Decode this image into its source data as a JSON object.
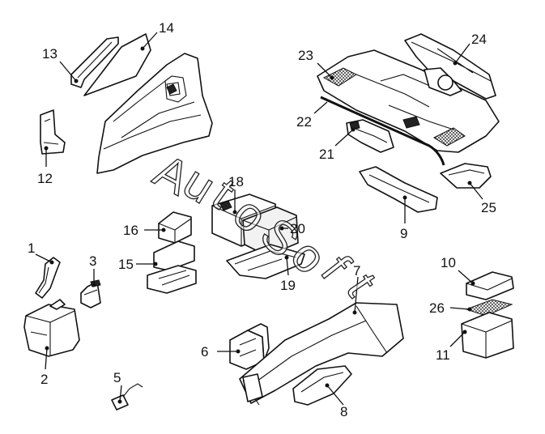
{
  "callouts": [
    "1",
    "2",
    "3",
    "5",
    "6",
    "7",
    "8",
    "9",
    "10",
    "11",
    "12",
    "13",
    "14",
    "15",
    "16",
    "18",
    "19",
    "20",
    "21",
    "22",
    "23",
    "24",
    "25",
    "26"
  ],
  "watermark": {
    "letters": [
      "A",
      "u",
      "t",
      "o",
      "S",
      "o",
      "f",
      "t"
    ]
  }
}
